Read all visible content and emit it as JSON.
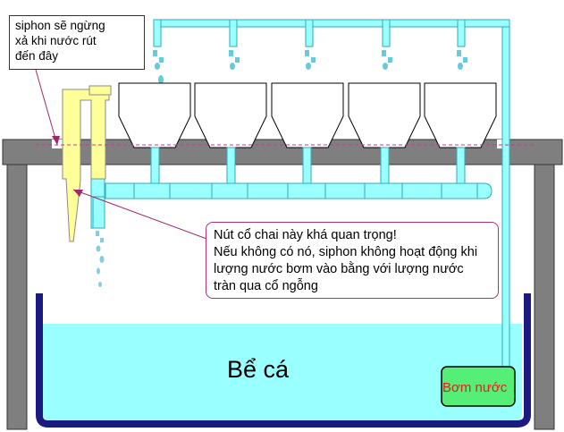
{
  "notes": {
    "siphon_stop": [
      "siphon sẽ ngừng",
      "xả khi nước rút",
      "đến đây"
    ],
    "bottle_neck": [
      "Nút cổ chai này khá quan trọng!",
      "Nếu không có nó, siphon không hoạt động khi",
      "lượng nước bơm vào bằng với lượng nước",
      "tràn qua cổ ngỗng"
    ]
  },
  "labels": {
    "tank": "Bể cá",
    "pump": "Bơm nước"
  },
  "colors": {
    "water": "#99ffff",
    "water_stroke": "#33aabb",
    "frame": "#7f7f7f",
    "tank_wall": "#1a1a80",
    "pump": "#55ee77",
    "siphon": "#ffff99",
    "arrow": "#a0286a",
    "level_line": "#cc3399"
  }
}
